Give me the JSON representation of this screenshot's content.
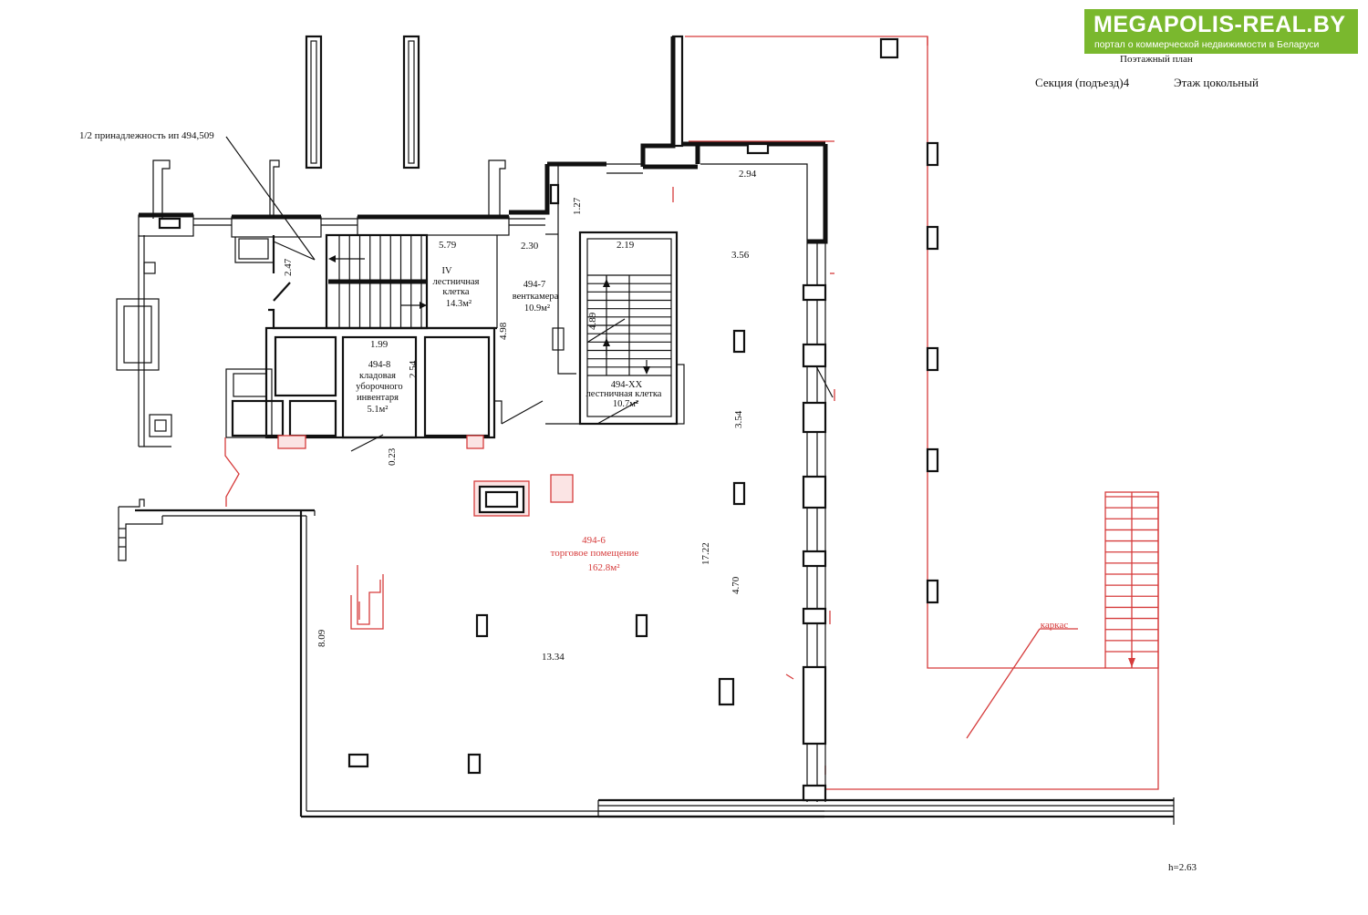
{
  "logo": {
    "brand": "MEGAPOLIS-REAL.BY",
    "tagline": "портал о коммерческой недвижимости в Беларуси"
  },
  "header": {
    "title": "Поэтажный план",
    "section": "Секция (подъезд)4",
    "floor": "Этаж  цокольный"
  },
  "notes": {
    "ownership": "1/2 принадлежность ип 494,509",
    "frame": "каркас",
    "height": "h=2.63"
  },
  "rooms": {
    "stair_iv": {
      "number": "IV",
      "name_1": "лестничная",
      "name_2": "клетка",
      "area": "14.3м²"
    },
    "vent": {
      "number": "494-7",
      "name": "венткамера",
      "area": "10.9м²"
    },
    "storage": {
      "number": "494-8",
      "name_1": "кладовая",
      "name_2": "уборочного",
      "name_3": "инвентаря",
      "area": "5.1м²"
    },
    "stair_xx": {
      "number": "494-ХХ",
      "name": "лестничная клетка",
      "area": "10.7м²"
    },
    "retail": {
      "number": "494-6",
      "name": "торговое помещение",
      "area": "162.8м²"
    }
  },
  "dims": {
    "d_579": "5.79",
    "d_230": "2.30",
    "d_219": "2.19",
    "d_127": "1.27",
    "d_294": "2.94",
    "d_247": "2.47",
    "d_356": "3.56",
    "d_199": "1.99",
    "d_254": "2.54",
    "d_498": "4.98",
    "d_489": "4.89",
    "d_354": "3.54",
    "d_023": "0.23",
    "d_1722": "17.22",
    "d_470": "4.70",
    "d_809": "8.09",
    "d_1334": "13.34"
  }
}
